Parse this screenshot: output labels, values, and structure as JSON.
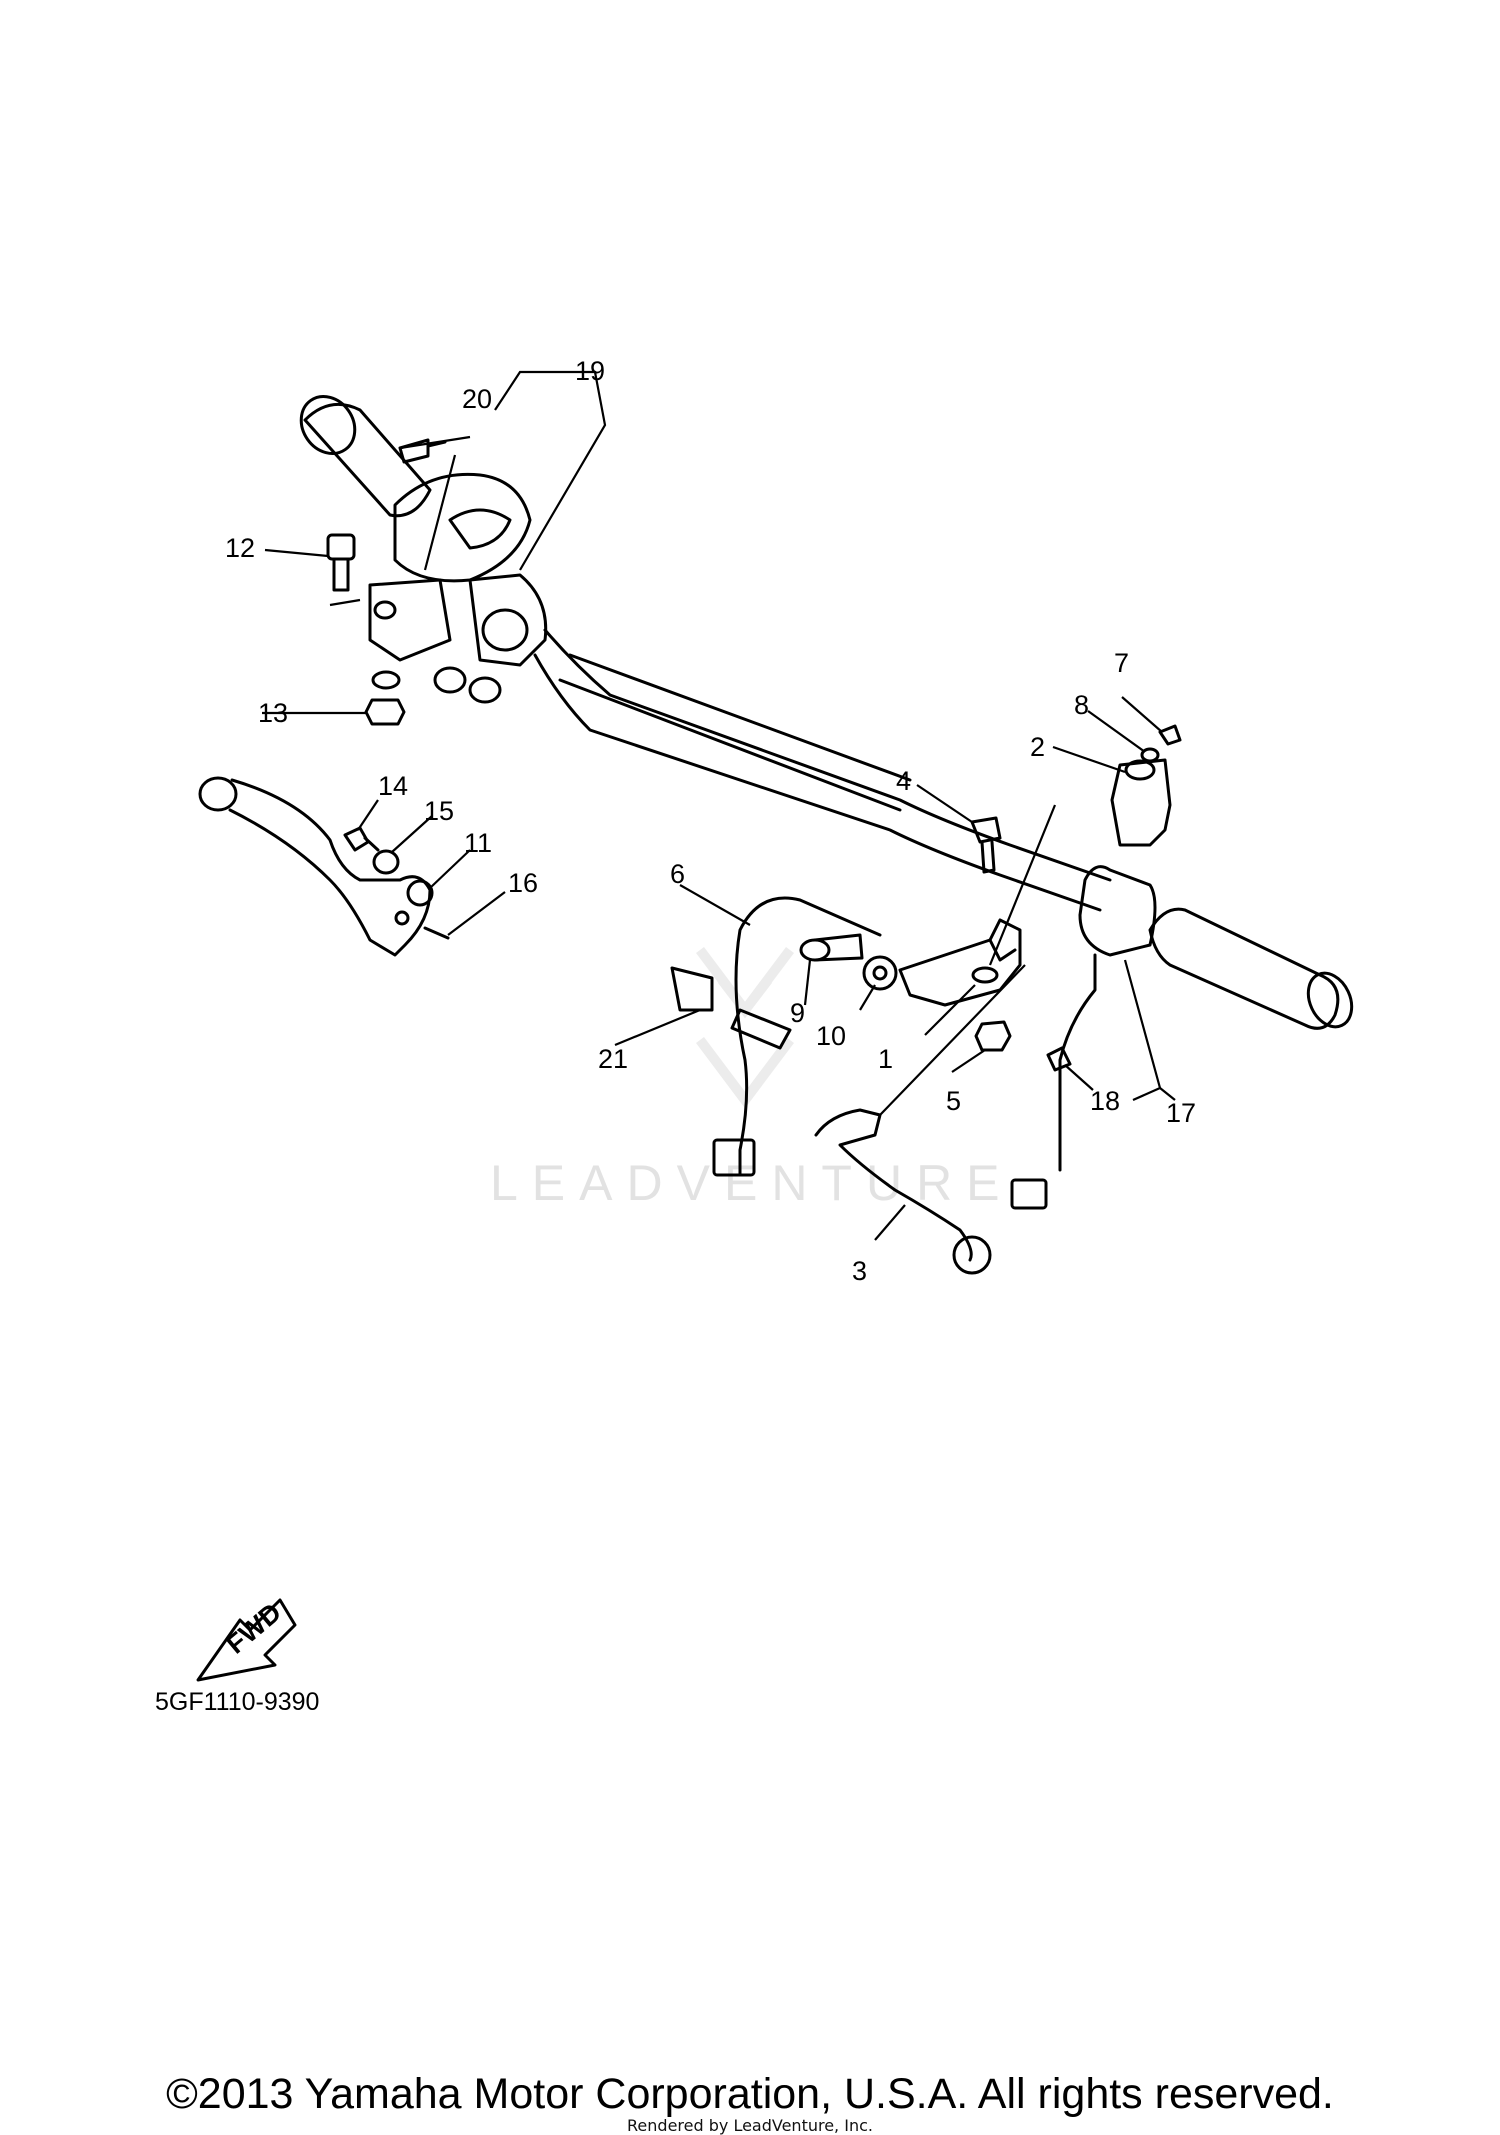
{
  "callouts": {
    "c1": "1",
    "c2": "2",
    "c3": "3",
    "c4": "4",
    "c5": "5",
    "c6": "6",
    "c7": "7",
    "c8": "8",
    "c9": "9",
    "c10": "10",
    "c11": "11",
    "c12": "12",
    "c13": "13",
    "c14": "14",
    "c15": "15",
    "c16": "16",
    "c17": "17",
    "c18": "18",
    "c19": "19",
    "c20": "20",
    "c21": "21"
  },
  "fwd_label": "FWD",
  "drawing_number": "5GF1110-9390",
  "watermark": "LEADVENTURE",
  "copyright": "©2013 Yamaha Motor Corporation, U.S.A. All rights reserved.",
  "rendered_by": "Rendered by LeadVenture, Inc."
}
